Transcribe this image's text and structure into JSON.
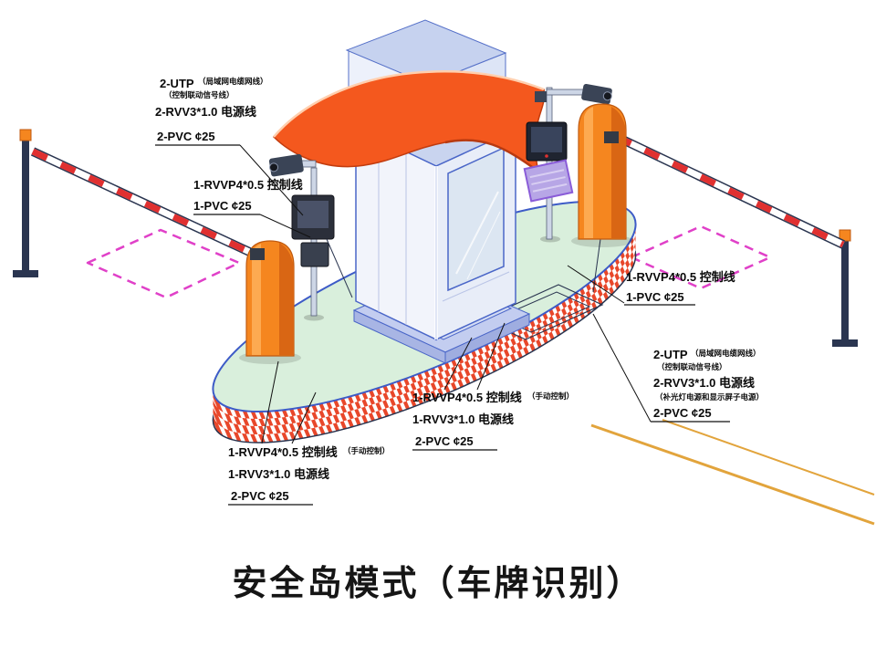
{
  "title": "安全岛模式（车牌识别）",
  "labels": {
    "top_left": {
      "l1": "2-UTP",
      "l1s": "（局域网电缆网线）",
      "l2s": "（控制联动信号线）",
      "l3": "2-RVV3*1.0 电源线",
      "l4": "2-PVC ¢25"
    },
    "left_mid": {
      "l1": "1-RVVP4*0.5 控制线",
      "l2": "1-PVC ¢25"
    },
    "right_mid": {
      "l1": "1-RVVP4*0.5 控制线",
      "l2": "1-PVC ¢25"
    },
    "right_lower": {
      "l1": "2-UTP",
      "l1s": "（局域网电缆网线）",
      "l2s": "（控制联动信号线）",
      "l3": "2-RVV3*1.0 电源线",
      "l4s": "（补光灯电源和显示屏子电源）",
      "l5": "2-PVC ¢25"
    },
    "center_lower": {
      "l1": "1-RVVP4*0.5 控制线",
      "l1s": "（手动控制）",
      "l2": "1-RVV3*1.0 电源线",
      "l3": "2-PVC ¢25"
    },
    "left_lower": {
      "l1": "1-RVVP4*0.5 控制线",
      "l1s": "（手动控制）",
      "l2": "1-RVV3*1.0 电源线",
      "l3": "2-PVC ¢25"
    }
  },
  "colors": {
    "roof_orange": "#f4581e",
    "cabinet_orange": "#f5861f",
    "island_top_green": "#d9efdc",
    "wall_stripe_red": "#e8472a",
    "loop_magenta": "#e040c8",
    "ground_line_yellow": "#e2a43c",
    "edge_blue": "#4a66c8",
    "pole_navy": "#2a3550"
  }
}
